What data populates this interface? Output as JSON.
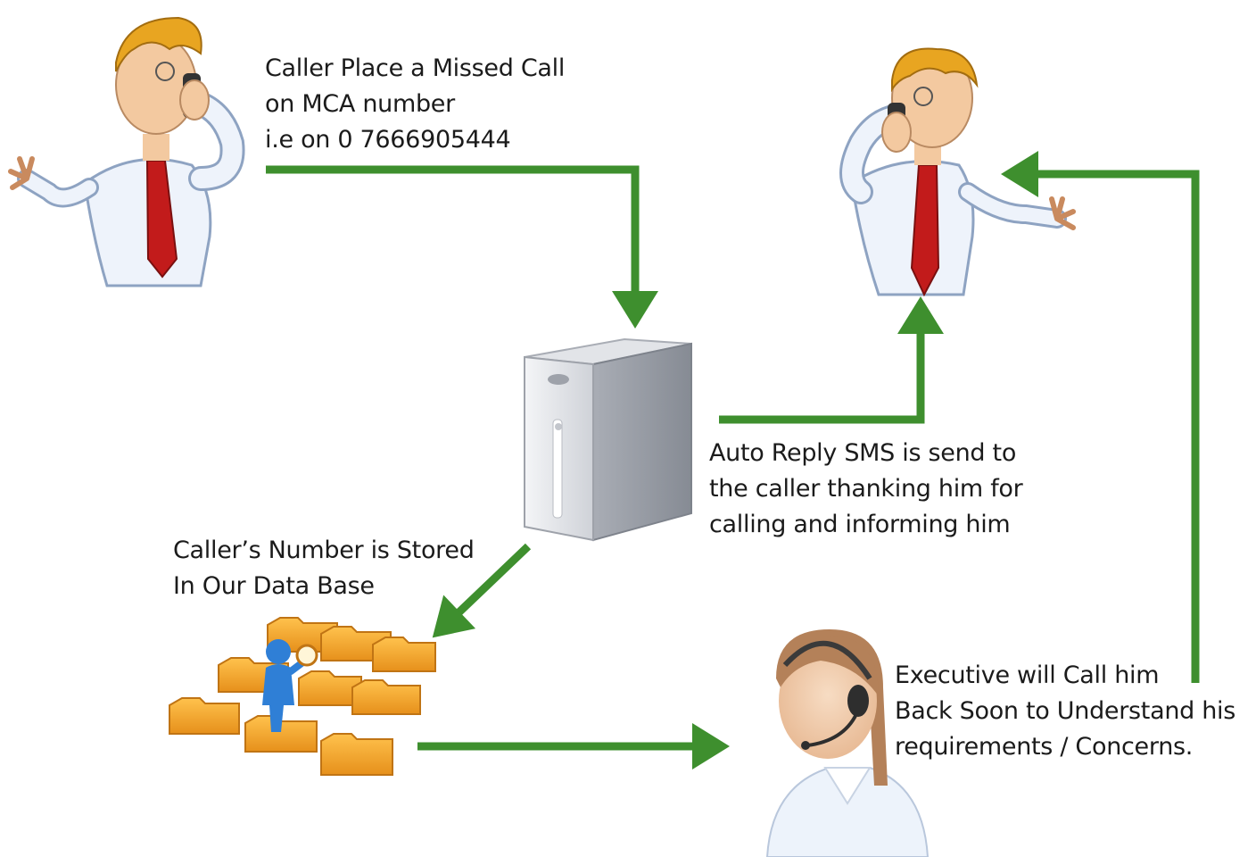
{
  "steps": {
    "missed_call": {
      "lines": [
        "Caller Place a Missed Call",
        "on MCA number",
        "i.e on 0 7666905444"
      ]
    },
    "auto_reply": {
      "lines": [
        "Auto Reply SMS is send to",
        "the caller thanking him for",
        "calling and informing him"
      ]
    },
    "stored": {
      "lines": [
        "Caller’s Number is Stored",
        "In Our Data Base"
      ]
    },
    "executive": {
      "lines": [
        "Executive will Call him",
        "Back Soon to Understand his",
        "requirements / Concerns."
      ]
    }
  },
  "colors": {
    "arrow": "#3e8f2e",
    "shirt": "#eef3fb",
    "tie": "#c21b1b",
    "hair": "#e8a521",
    "skin": "#f3c9a0",
    "server": "#c9ccd2",
    "folder": "#f2a22a",
    "searcher": "#2f7fd6"
  }
}
